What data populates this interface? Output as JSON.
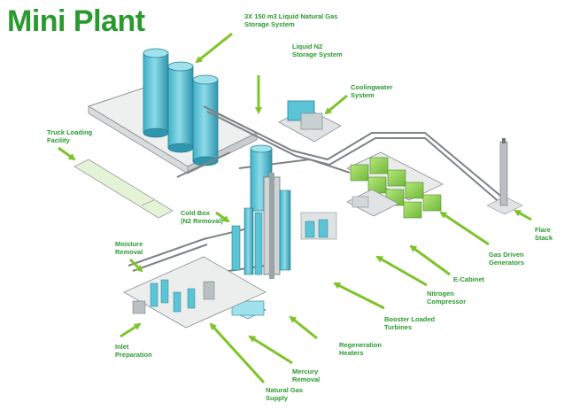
{
  "title": "Mini Plant",
  "colors": {
    "brand_green": "#2a9a2f",
    "arrow_green": "#7ec32a",
    "tank_blue": "#5bc4d6",
    "module_green": "#8fd44a",
    "steel_gray": "#8c9296"
  },
  "labels": {
    "lng_storage": "3X 150 m3 Liquid Natural Gas\nStorage System",
    "n2_storage": "Liquid N2\nStorage System",
    "coolingwater": "Coolingwater\nSystem",
    "truck_loading": "Truck Loading\nFacility",
    "cold_box": "Cold Box\n(N2 Removal)",
    "moisture": "Moisture\nRemoval",
    "flare": "Flare\nStack",
    "gas_gen": "Gas Driven\nGenerators",
    "ecabinet": "E-Cabinet",
    "nitrogen": "Nitrogen\nCompressor",
    "booster": "Booster Loaded\nTurbines",
    "regen": "Regeneration\nHeaters",
    "mercury": "Mercury\nRemoval",
    "natgas": "Natural Gas\nSupply",
    "inlet": "Inlet\nPreparation"
  }
}
